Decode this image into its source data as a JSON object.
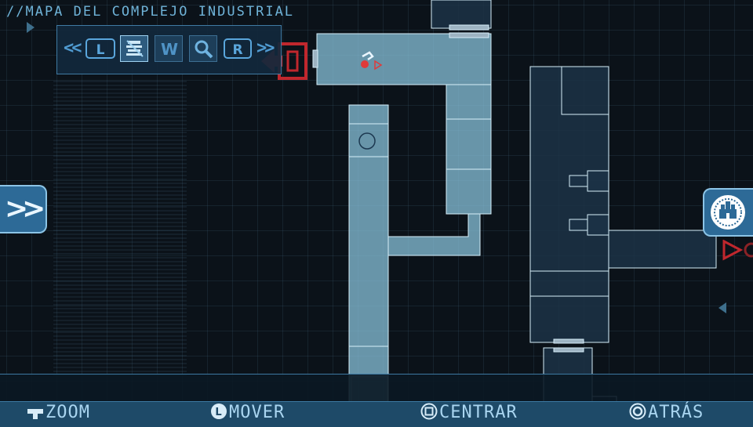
{
  "screen_title": "//MAPA DEL COMPLEJO INDUSTRIAL",
  "toolbar": {
    "prev_label": "<<",
    "next_label": ">>",
    "left_shoulder": "L",
    "right_shoulder": "R",
    "icons": [
      "map-mode-icon",
      "w-filter-icon",
      "magnifier-icon"
    ]
  },
  "nav_left_label": ">>",
  "controls": [
    {
      "icon": "dpad-icon",
      "label": "ZOOM"
    },
    {
      "icon": "analog-stick-icon",
      "label": "MOVER"
    },
    {
      "icon": "square-button-icon",
      "label": "CENTRAR"
    },
    {
      "icon": "circle-button-icon",
      "label": "ATRÁS"
    }
  ],
  "colors": {
    "background": "#0b1219",
    "explored_room": "#8cc7e0",
    "unexplored_room": "#1c3246",
    "door_red": "#c0272d",
    "accent_blue": "#5aa6dc"
  },
  "player_marker": "red-dot-icon"
}
